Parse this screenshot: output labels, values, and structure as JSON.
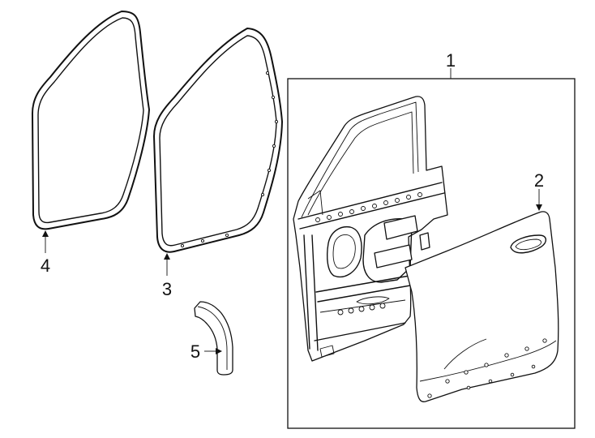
{
  "callouts": {
    "part_1": "1",
    "part_2": "2",
    "part_3": "3",
    "part_4": "4",
    "part_5": "5"
  },
  "colors": {
    "line": "#111111",
    "background": "#ffffff"
  }
}
